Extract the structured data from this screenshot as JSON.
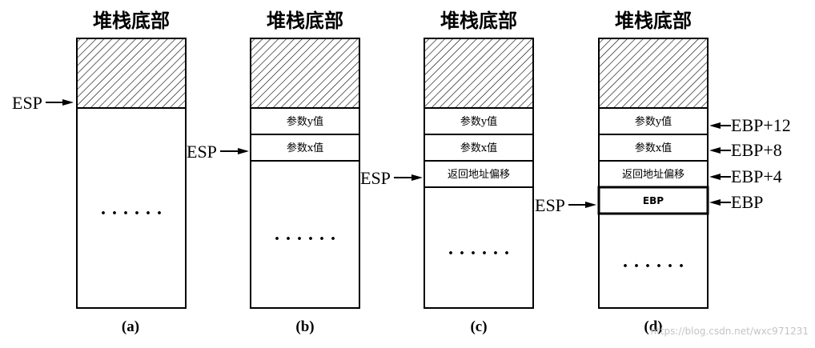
{
  "diagram": {
    "columns": [
      {
        "title": "堆栈底部",
        "rows": [],
        "ellipsis": "......",
        "pointer": "ESP",
        "caption": "(a)"
      },
      {
        "title": "堆栈底部",
        "rows": [
          "参数y值",
          "参数x值"
        ],
        "ellipsis": "......",
        "pointer": "ESP",
        "caption": "(b)"
      },
      {
        "title": "堆栈底部",
        "rows": [
          "参数y值",
          "参数x值",
          "返回地址偏移"
        ],
        "ellipsis": "......",
        "pointer": "ESP",
        "caption": "(c)"
      },
      {
        "title": "堆栈底部",
        "rows": [
          "参数y值",
          "参数x值",
          "返回地址偏移",
          "EBP"
        ],
        "ellipsis": "......",
        "pointer": "ESP",
        "caption": "(d)"
      }
    ],
    "offsets": [
      "EBP+12",
      "EBP+8",
      "EBP+4",
      "EBP"
    ]
  },
  "watermark": "https://blog.csdn.net/wxc971231"
}
